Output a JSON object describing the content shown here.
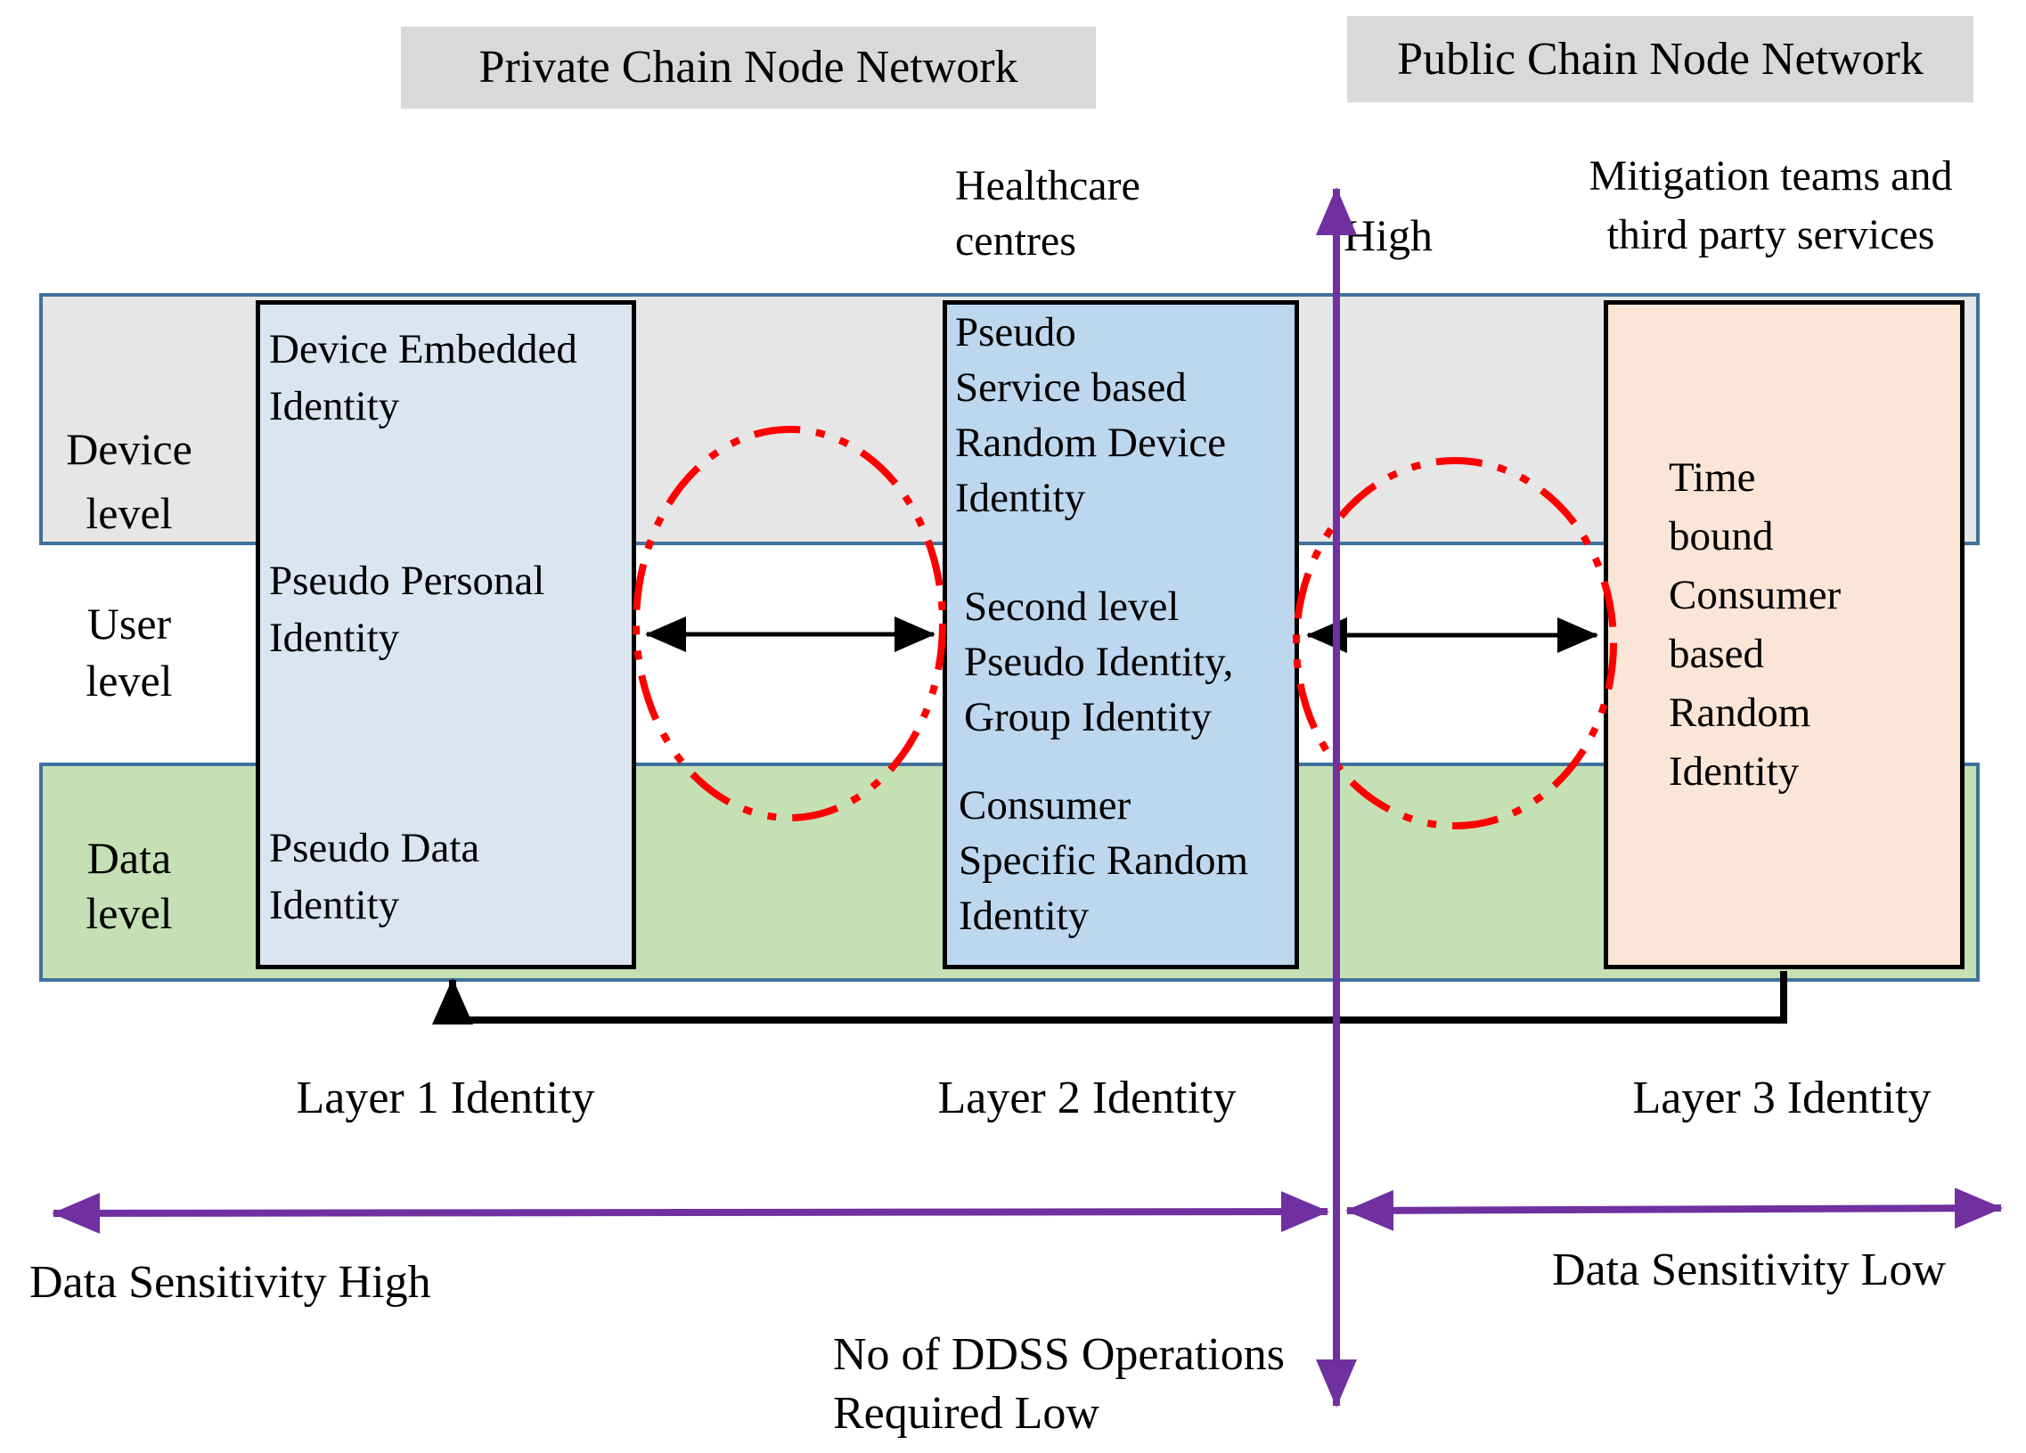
{
  "colors": {
    "text_color": "#000000",
    "header_fill": "#d9d9d9",
    "band_border": "#41719c",
    "device_band_fill": "#e7e6e6",
    "data_band_fill": "#c5e0b4",
    "layer1_fill": "#dbe5f1",
    "layer2_fill": "#bdd7ee",
    "layer3_fill": "#fbe5d6",
    "box_border": "#000000",
    "ellipse_red": "#fe0000",
    "arrow_black": "#000000",
    "axis_purple": "#7030a0"
  },
  "headers": {
    "private_chain": "Private Chain Node Network",
    "public_chain": "Public Chain Node Network"
  },
  "top_labels": {
    "healthcare_line1": "Healthcare",
    "healthcare_line2": "centres",
    "high": "High",
    "mitigation_line1": "Mitigation teams and",
    "mitigation_line2": "third party services"
  },
  "level_bands": {
    "device": {
      "line1": "Device",
      "line2": "level"
    },
    "user": {
      "line1": "User",
      "line2": "level"
    },
    "data": {
      "line1": "Data",
      "line2": "level"
    }
  },
  "layer_boxes": {
    "layer1": {
      "device_entry": {
        "line1": "Device Embedded",
        "line2": "Identity"
      },
      "user_entry": {
        "line1": "Pseudo Personal",
        "line2": "Identity"
      },
      "data_entry": {
        "line1": "Pseudo Data",
        "line2": "Identity"
      }
    },
    "layer2": {
      "device_entry": {
        "line1": "Pseudo",
        "line2": "Service based",
        "line3": "Random Device",
        "line4": "Identity"
      },
      "user_entry": {
        "line1": "Second level",
        "line2": "Pseudo Identity,",
        "line3": "Group Identity"
      },
      "data_entry": {
        "line1": "Consumer",
        "line2": "Specific Random",
        "line3": "Identity"
      }
    },
    "layer3": {
      "entry": {
        "line1": "Time",
        "line2": "bound",
        "line3": "Consumer",
        "line4": "based",
        "line5": "Random",
        "line6": "Identity"
      }
    }
  },
  "layer_labels": {
    "layer1": "Layer 1 Identity",
    "layer2": "Layer 2 Identity",
    "layer3": "Layer 3 Identity"
  },
  "axis_labels": {
    "sensitivity_high": "Data Sensitivity High",
    "sensitivity_low": "Data Sensitivity Low",
    "ddss_line1": "No of DDSS Operations",
    "ddss_line2": "Required Low"
  }
}
